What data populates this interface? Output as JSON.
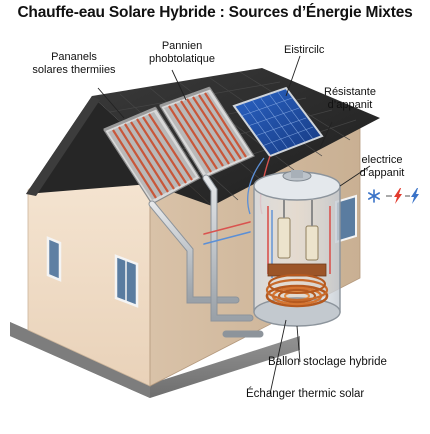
{
  "title": "Chauffe-eau Solare Hybride : Sources d’Énergie Mixtes",
  "labels": {
    "thermal_panels_1": "Pananels",
    "thermal_panels_2": "solares thermiies",
    "pv_panel_1": "Pannien",
    "pv_panel_2": "phobtolatique",
    "electric_1": "Eistircilc",
    "resistance_1": "Résistante",
    "resistance_2": "d’appanit",
    "electric_2_1": "electrice",
    "electric_2_2": "d’appanit",
    "storage_tank": "Ballon stoclage hybride",
    "heat_exchanger": "Échanger thermic solar"
  },
  "icons": [
    "snowflake-icon",
    "lightning-bolt-icon",
    "lightning-bolt-icon-blue"
  ],
  "colors": {
    "roof": "#2b2b2b",
    "wall": "#f3e2cf",
    "hot_pipe": "#d9534f",
    "cold_pipe": "#5b8fd6",
    "solar_cell": "#1f4fa8",
    "copper": "#c0662c"
  }
}
